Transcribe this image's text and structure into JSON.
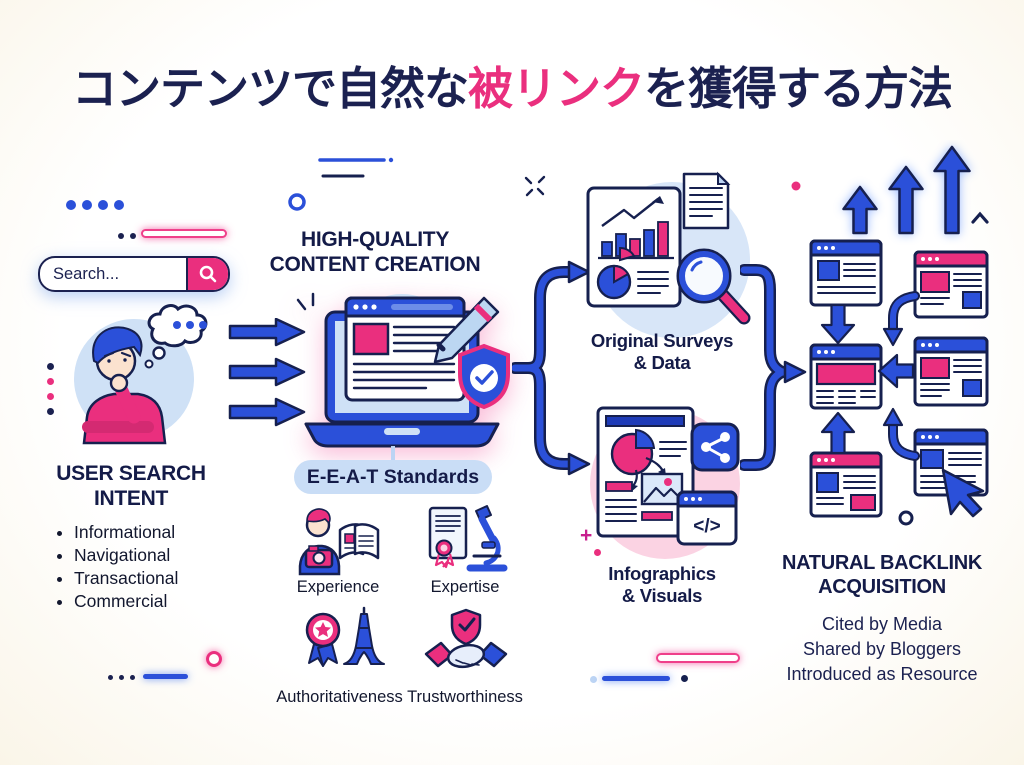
{
  "title": {
    "prefix": "コンテンツで自然な",
    "highlight": "被リンク",
    "suffix": "を獲得する方法"
  },
  "search": {
    "placeholder": "Search..."
  },
  "user_intent": {
    "heading_line1": "USER SEARCH",
    "heading_line2": "INTENT",
    "items": [
      "Informational",
      "Navigational",
      "Transactional",
      "Commercial"
    ]
  },
  "content_creation": {
    "heading_line1": "HIGH-QUALITY",
    "heading_line2": "CONTENT CREATION"
  },
  "eeat": {
    "badge": "E-E-A-T Standards",
    "items": [
      "Experience",
      "Expertise",
      "Authoritativeness",
      "Trustworthiness"
    ]
  },
  "sources": [
    {
      "line1": "Original Surveys",
      "line2": "& Data"
    },
    {
      "line1": "Infographics",
      "line2": "& Visuals"
    }
  ],
  "infographic": {
    "code_glyph": "</>"
  },
  "backlink": {
    "heading_line1": "NATURAL BACKLINK",
    "heading_line2": "ACQUISITION",
    "items": [
      "Cited by Media",
      "Shared by Bloggers",
      "Introduced as Resource"
    ]
  },
  "colors": {
    "navy": "#1b2150",
    "blue": "#2b50d9",
    "pink": "#ea2f7e",
    "light_blue": "#cfe1f6",
    "light_pink": "#fbd3e3"
  }
}
